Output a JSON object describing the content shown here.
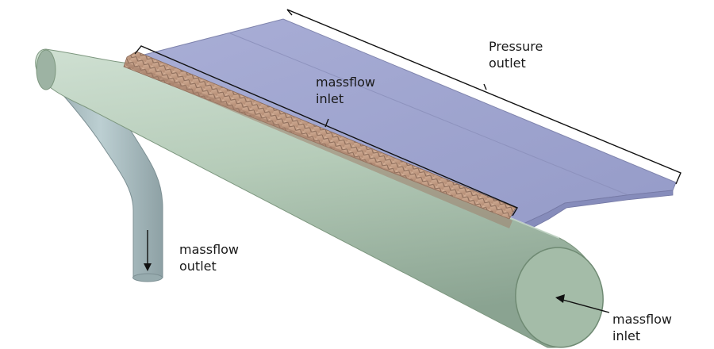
{
  "labels": {
    "pressure_outlet": [
      "Pressure",
      "outlet"
    ],
    "massflow_inlet_top": [
      "massflow",
      "inlet"
    ],
    "massflow_outlet": [
      "massflow",
      "outlet"
    ],
    "massflow_inlet_end": [
      "massflow",
      "inlet"
    ]
  },
  "colors": {
    "plate": "#9ea4cf",
    "plate_edge": "#7f84ad",
    "duct": "#b8cfbc",
    "duct_shade": "#8ea896",
    "bend_pipe": "#a8bcc0",
    "nozzle_row": "#c9a48c",
    "annotation": "#111111"
  }
}
